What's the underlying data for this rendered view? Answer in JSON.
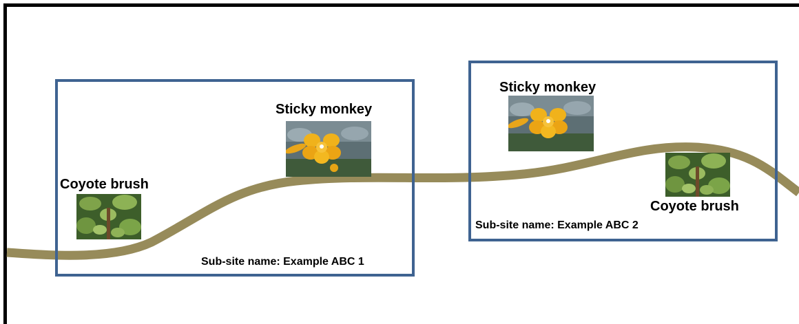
{
  "colors": {
    "border": "#000000",
    "site_box": "#3f6391",
    "trail": "#978b5a"
  },
  "sites": [
    {
      "subsite_label": "Sub-site name: Example ABC 1",
      "plants": [
        {
          "name": "Sticky monkey",
          "photo": "sticky-monkey-flower-photo"
        },
        {
          "name": "Coyote brush",
          "photo": "coyote-brush-photo"
        }
      ]
    },
    {
      "subsite_label": "Sub-site name: Example ABC 2",
      "plants": [
        {
          "name": "Sticky monkey",
          "photo": "sticky-monkey-flower-photo"
        },
        {
          "name": "Coyote brush",
          "photo": "coyote-brush-photo"
        }
      ]
    }
  ]
}
